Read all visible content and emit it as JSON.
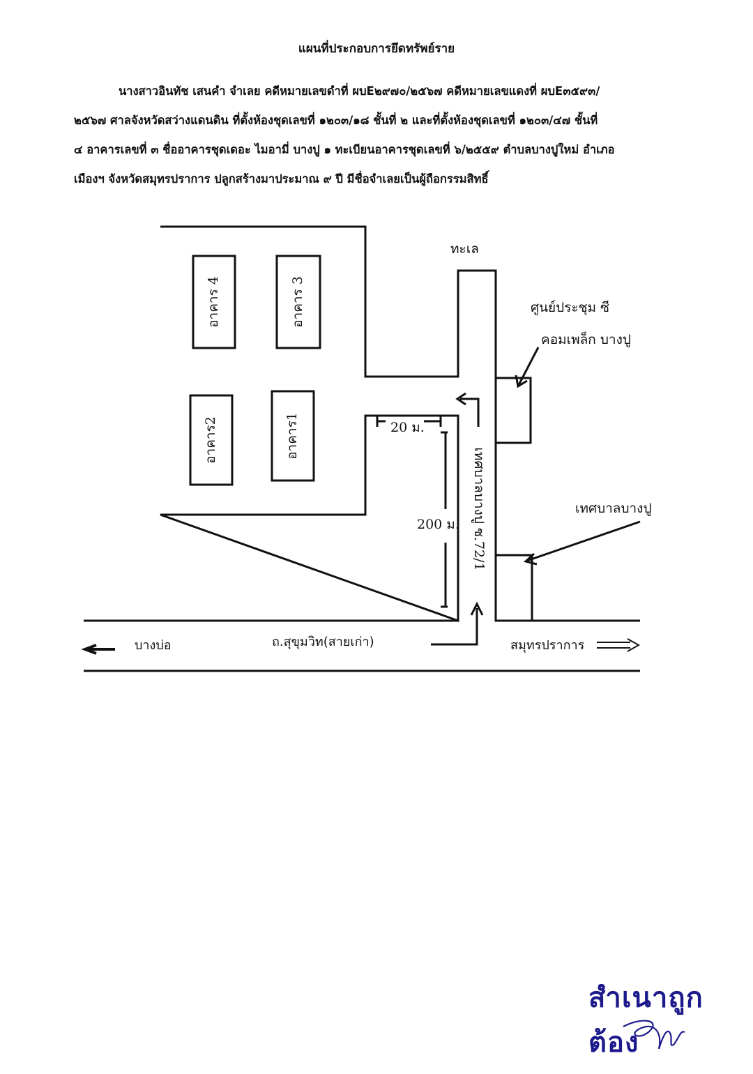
{
  "document": {
    "title": "แผนที่ประกอบการยึดทรัพย์ราย",
    "paragraph_lines": [
      "นางสาวอินทัช เสนคำ จำเลย คดีหมายเลขดำที่ ผบE๒๙๗๐/๒๕๖๗ คดีหมายเลขแดงที่ ผบE๓๕๙๓/",
      "๒๕๖๗ ศาลจังหวัดสว่างแดนดิน ที่ตั้งห้องชุดเลขที่ ๑๒๐๓/๑๘ ชั้นที่ ๒ และที่ตั้งห้องชุดเลขที่ ๑๒๐๓/๔๗ ชั้นที่",
      "๔ อาคารเลขที่ ๓ ชื่ออาคารชุดเดอะ ไมอามี่ บางปู ๑ ทะเบียนอาคารชุดเลขที่ ๖/๒๕๕๙ ตำบลบางปูใหม่ อำเภอ",
      "เมืองฯ จังหวัดสมุทรปราการ  ปลูกสร้างมาประมาณ ๙ ปี มีชื่อจำเลยเป็นผู้ถือกรรมสิทธิ์"
    ]
  },
  "map": {
    "buildings": {
      "b4": "อาคาร 4",
      "b3": "อาคาร 3",
      "b2": "อาคาร2",
      "b1": "อาคาร1"
    },
    "sea": "ทะเล",
    "convention_line1": "ศูนย์ประชุม ซี",
    "convention_line2": "คอมเพล็ก บางปู",
    "municipality": "เทศบาลบางปู",
    "soi_label": "เทศบาลบางปู ซ.72/1",
    "dist_20": "20 ม.",
    "dist_200": "200 ม.",
    "road_left": "บางบ่อ",
    "road_main": "ถ.สุขุมวิท(สายเก่า)",
    "road_right": "สมุทรปราการ"
  },
  "stamp": {
    "text": "สำเนาถูกต้อง"
  }
}
